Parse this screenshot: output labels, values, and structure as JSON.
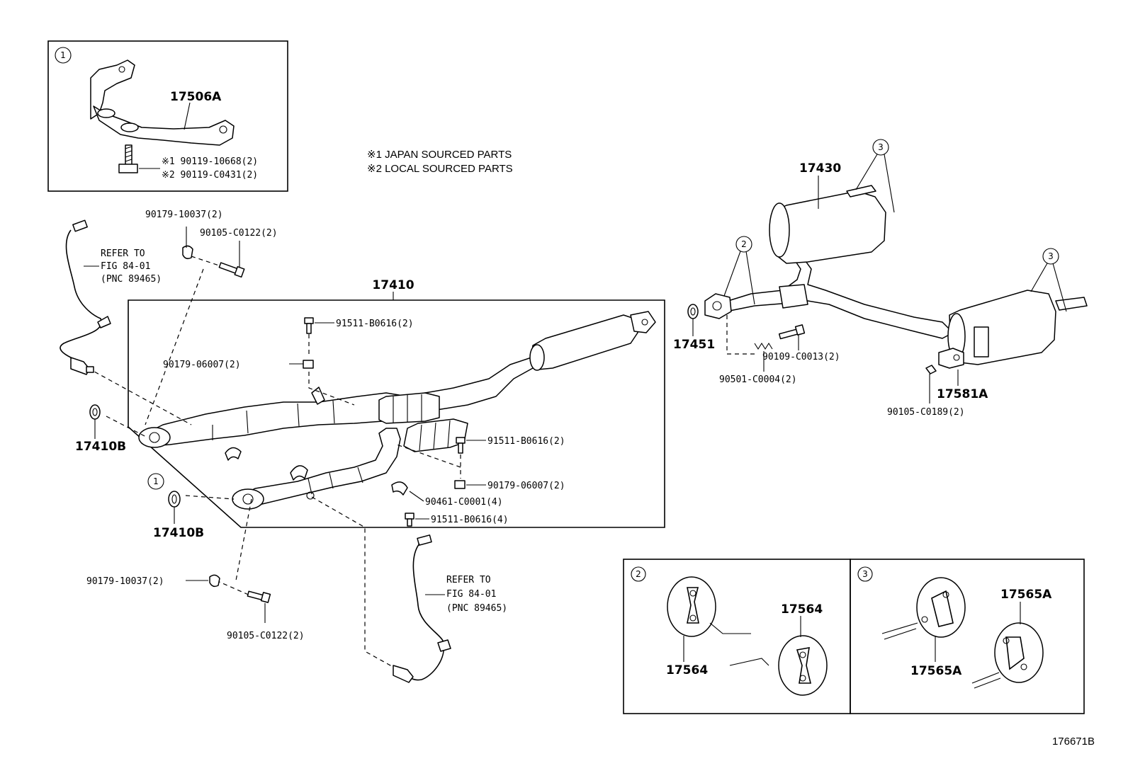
{
  "footnotes": {
    "note1": "※1 JAPAN SOURCED PARTS",
    "note2": "※2 LOCAL SOURCED PARTS"
  },
  "callouts": {
    "c1": "1",
    "c2": "2",
    "c3": "3"
  },
  "inset1": {
    "bracket": "17506A",
    "bolt_jp": "※1 90119-10668(2)",
    "bolt_local": "※2 90119-C0431(2)"
  },
  "parts": {
    "main_assy": "17410",
    "gasket_left": "17410B",
    "gasket_lower": "17410B",
    "bolt_top_1": "90179-10037(2)",
    "bolt_top_2": "90105-C0122(2)",
    "stud_a": "91511-B0616(2)",
    "nut_a": "90179-06007(2)",
    "stud_b": "91511-B0616(2)",
    "nut_b": "90179-06007(2)",
    "clamp": "90461-C0001(4)",
    "stud_c": "91511-B0616(4)",
    "bolt_low_1": "90179-10037(2)",
    "bolt_low_2": "90105-C0122(2)",
    "tail_assy": "17430",
    "gasket_tail": "17451",
    "bolt_tail": "90109-C0013(2)",
    "spring": "90501-C0004(2)",
    "valve": "17581A",
    "bolt_valve": "90105-C0189(2)"
  },
  "refer_top": {
    "line1": "REFER TO",
    "line2": "FIG 84-01",
    "line3": "(PNC 89465)"
  },
  "refer_bottom": {
    "line1": "REFER TO",
    "line2": "FIG 84-01",
    "line3": "(PNC 89465)"
  },
  "inset2": {
    "label_a": "17564",
    "label_b": "17564"
  },
  "inset3": {
    "label_a": "17565A",
    "label_b": "17565A"
  },
  "figure_code": "176671B"
}
